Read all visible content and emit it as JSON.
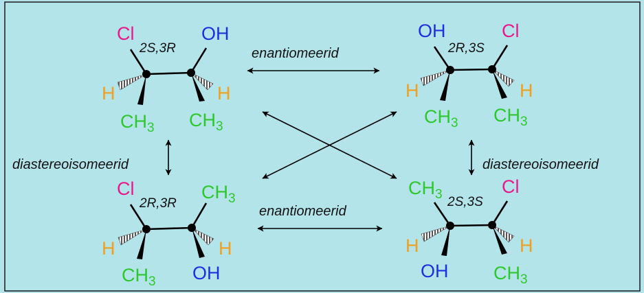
{
  "colors": {
    "background": "#b3e4ea",
    "border": "#1a1a1a",
    "cl": "#e8198b",
    "oh": "#1f2fe0",
    "ch3": "#2ec82e",
    "h": "#f0a020",
    "bond": "#000000"
  },
  "molecules": {
    "tl": {
      "config": "2S,3R",
      "c2_top": "Cl",
      "c3_top": "OH",
      "c2_side": "H",
      "c3_side": "H",
      "c2_down": "CH",
      "c2_down_sub": "3",
      "c3_down": "CH",
      "c3_down_sub": "3"
    },
    "tr": {
      "config": "2R,3S",
      "c2_top": "OH",
      "c3_top": "Cl",
      "c2_side": "H",
      "c3_side": "H",
      "c2_down": "CH",
      "c2_down_sub": "3",
      "c3_down": "CH",
      "c3_down_sub": "3"
    },
    "bl": {
      "config": "2R,3R",
      "c2_top": "Cl",
      "c3_top": "CH",
      "c3_top_sub": "3",
      "c2_side": "H",
      "c3_side": "H",
      "c2_down": "CH",
      "c2_down_sub": "3",
      "c3_down": "OH"
    },
    "br": {
      "config": "2S,3S",
      "c2_top": "CH",
      "c2_top_sub": "3",
      "c3_top": "Cl",
      "c2_side": "H",
      "c3_side": "H",
      "c2_down": "OH",
      "c3_down": "CH",
      "c3_down_sub": "3"
    }
  },
  "relations": {
    "top": "enantiomeerid",
    "bottom": "enantiomeerid",
    "left": "diastereoisomeerid",
    "right": "diastereoisomeerid"
  }
}
